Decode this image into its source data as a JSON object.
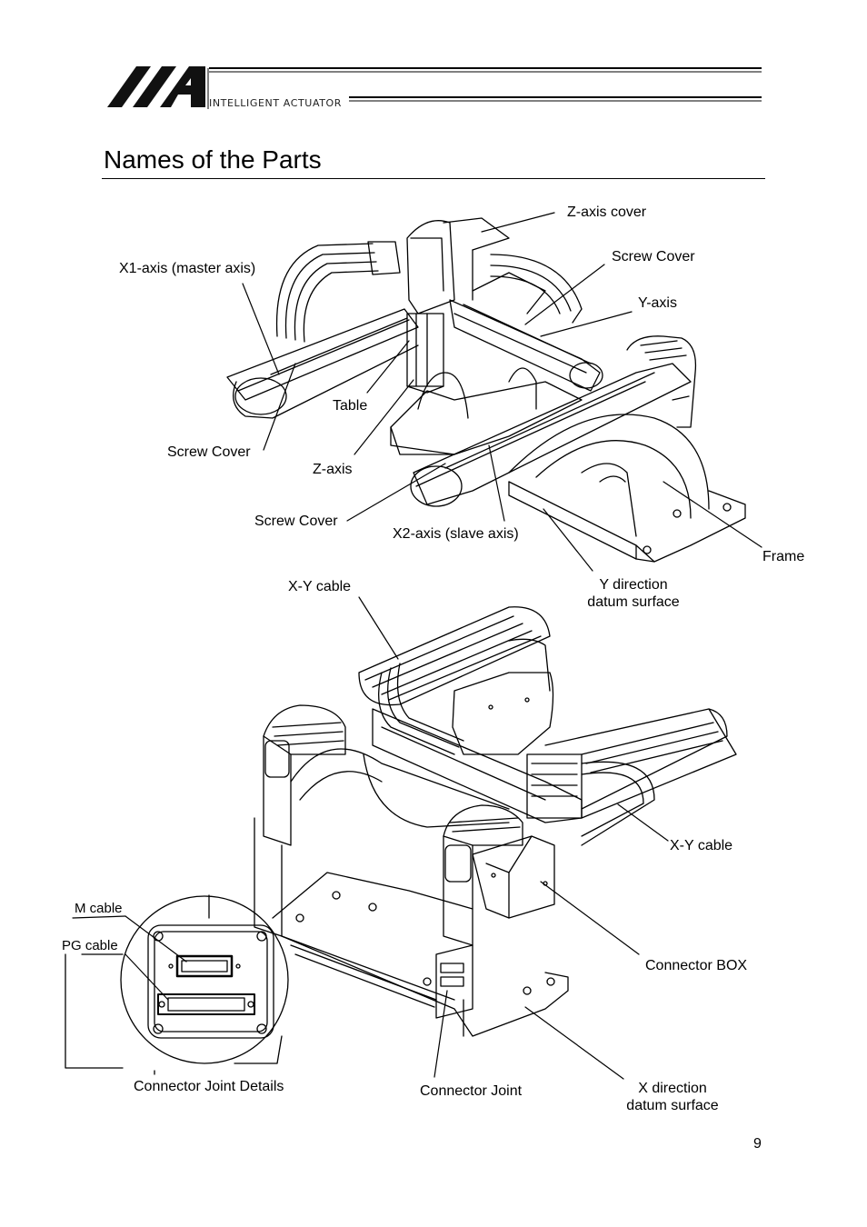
{
  "header": {
    "brand_text": "INTELLIGENT ACTUATOR",
    "logo_name": "IAI"
  },
  "page": {
    "title": "Names of the Parts",
    "number": "9"
  },
  "top_figure": {
    "labels": {
      "z_axis_cover": "Z-axis cover",
      "screw_cover_right": "Screw Cover",
      "y_axis": "Y-axis",
      "x1_axis": "X1-axis (master axis)",
      "table": "Table",
      "screw_cover_left": "Screw Cover",
      "z_axis": "Z-axis",
      "screw_cover_bottom": "Screw Cover",
      "x2_axis": "X2-axis (slave axis)",
      "frame": "Frame",
      "y_datum_line1": "Y direction",
      "y_datum_line2": "datum surface"
    }
  },
  "bottom_figure": {
    "labels": {
      "xy_cable_top": "X-Y cable",
      "xy_cable_right": "X-Y cable",
      "m_cable": "M cable",
      "pg_cable": "PG cable",
      "connector_box": "Connector BOX",
      "connector_joint_details": "Connector Joint Details",
      "connector_joint": "Connector Joint",
      "x_datum_line1": "X direction",
      "x_datum_line2": "datum surface"
    }
  }
}
